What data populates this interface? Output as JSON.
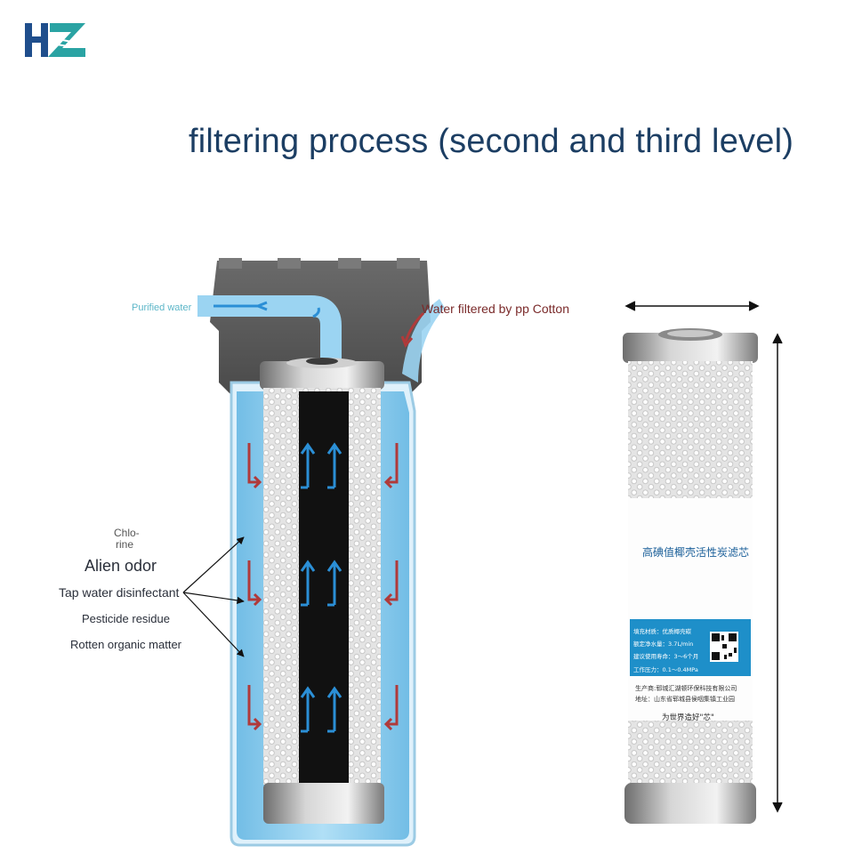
{
  "brand": {
    "logo_text": "HZ"
  },
  "title": "filtering process (second and third level)",
  "labels": {
    "purified_water": "Purified water",
    "pp_cotton": "Water filtered by pp Cotton",
    "chlorine_1": "Chlo-",
    "chlorine_2": "rine",
    "alien_odor": "Alien odor",
    "tap_water": "Tap water disinfectant",
    "pesticide": "Pesticide residue",
    "rotten": "Rotten organic matter"
  },
  "product": {
    "name": "高碘值椰壳活性炭滤芯",
    "specs": [
      "填充材质：优质椰壳碳",
      "额定净水量：3.7L/min",
      "建议使用寿命：3～6个月",
      "工作压力：0.1～0.4MPa"
    ],
    "maker": "生产商:郓城汇湖顿环保科技有限公司",
    "address": "地址：山东省郓城县侯咽集镇工业园",
    "slogan": "为世界造好\"芯\""
  },
  "colors": {
    "title": "#1c3e63",
    "logo_blue": "#1f4e8c",
    "logo_teal": "#2aa3a3",
    "water": "#7fc9ee",
    "red_arrow": "#b03a3a",
    "blue_arrow": "#2b8fd6",
    "carbon_core": "#111111",
    "label_band": "#1e8fc9"
  }
}
